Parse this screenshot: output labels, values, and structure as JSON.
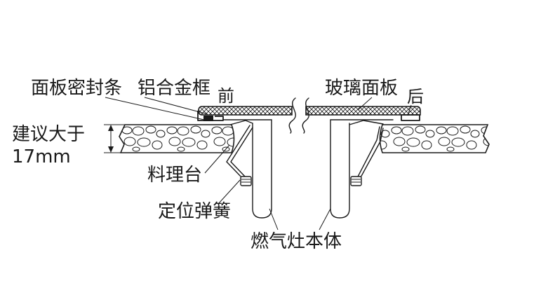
{
  "diagram": {
    "labels": {
      "panel_seal": "面板密封条",
      "aluminum_frame": "铝合金框",
      "front": "前",
      "glass_panel": "玻璃面板",
      "back": "后",
      "recommend": "建议大于",
      "thickness": "17mm",
      "countertop": "料理台",
      "spring": "定位弹簧",
      "stove_body": "燃气灶本体"
    }
  }
}
